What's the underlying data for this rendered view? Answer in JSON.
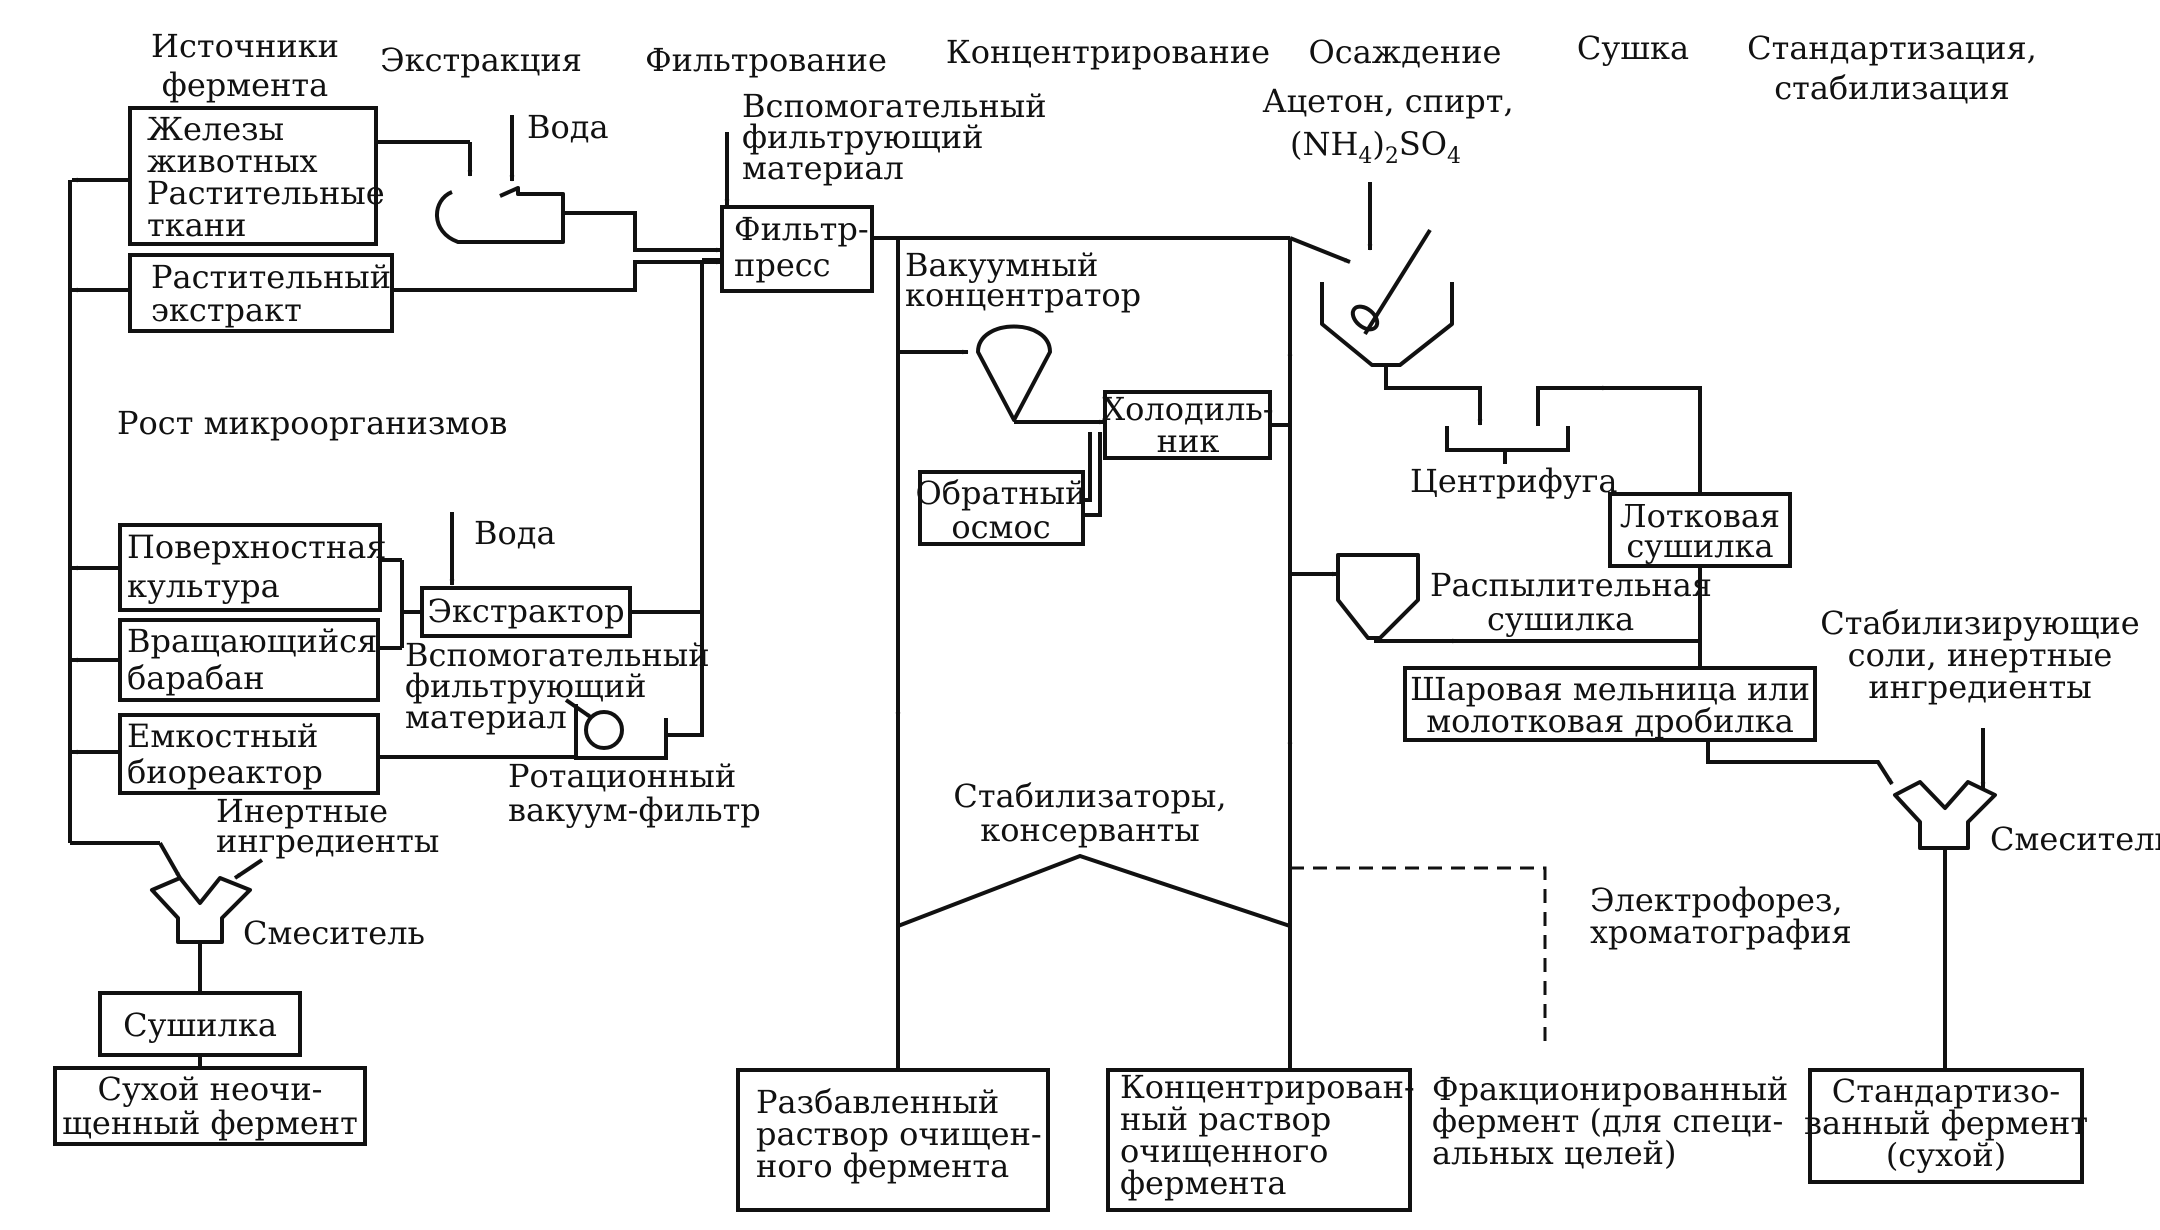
{
  "headers": {
    "sources": [
      "Источники",
      "фермента"
    ],
    "extraction": "Экстракция",
    "filtration": "Фильтрование",
    "concentration": "Концентрирование",
    "precipitation": "Осаждение",
    "drying": "Сушка",
    "standardization": [
      "Стандартизация,",
      "стабилизация"
    ]
  },
  "sources": {
    "glands": [
      "Железы",
      "животных",
      "Растительные",
      "ткани"
    ],
    "plant_extract": [
      "Растительный",
      "экстракт"
    ],
    "microbe_growth": "Рост микроорганизмов",
    "surface_culture": [
      "Поверхностная",
      "культура"
    ],
    "rotating_drum": [
      "Вращающийся",
      "барабан"
    ],
    "tank_bioreactor": [
      "Емкостный",
      "биореактор"
    ]
  },
  "extraction": {
    "water_top": "Вода",
    "water_bottom": "Вода",
    "extractor": "Экстрактор",
    "filter_aid_bottom": [
      "Вспомогательный",
      "фильтрующий",
      "материал"
    ],
    "rotary_vacuum_filter": [
      "Ротационный",
      "вакуум-фильтр"
    ]
  },
  "filtration": {
    "filter_aid_top": [
      "Вспомогательный",
      "фильтрующий",
      "материал"
    ],
    "filter_press": [
      "Фильтр-",
      "пресс"
    ]
  },
  "concentration": {
    "vacuum_concentrator": [
      "Вакуумный",
      "концентратор"
    ],
    "cooler": [
      "Холодиль-",
      "ник"
    ],
    "reverse_osmosis": [
      "Обратный",
      "осмос"
    ],
    "stabilizers": [
      "Стабилизаторы,",
      "консерванты"
    ]
  },
  "precipitation": {
    "reagents": [
      "Ацетон, спирт,",
      "(NH",
      "4",
      ")",
      "2",
      "SO",
      "4"
    ],
    "centrifuge": "Центрифуга",
    "spray_dryer": [
      "Распылительная",
      "сушилка"
    ]
  },
  "drying": {
    "tray_dryer": [
      "Лотковая",
      "сушилка"
    ],
    "mill": [
      "Шаровая мельница или",
      "молотковая дробилка"
    ]
  },
  "left_branch": {
    "inert_ingredients": [
      "Инертные",
      "ингредиенты"
    ],
    "mixer": "Смеситель",
    "dryer": "Сушилка",
    "dry_crude_enzyme": [
      "Сухой неочи-",
      "щенный фермент"
    ]
  },
  "right_branch": {
    "stabilizing_salts": [
      "Стабилизирующие",
      "соли, инертные",
      "ингредиенты"
    ],
    "mixer": "Смеситель",
    "standardized_enzyme": [
      "Стандартизо-",
      "ванный фермент",
      "(сухой)"
    ]
  },
  "products": {
    "dilute_solution": [
      "Разбавленный",
      "раствор очищен-",
      "ного фермента"
    ],
    "concentrated_solution": [
      "Концентрирован-",
      "ный раствор",
      "очищенного",
      "фермента"
    ],
    "fractionated": [
      "Фракционированный",
      "фермент (для специ-",
      "альных целей)"
    ],
    "electrophoresis": [
      "Электрофорез,",
      "хроматография"
    ]
  }
}
